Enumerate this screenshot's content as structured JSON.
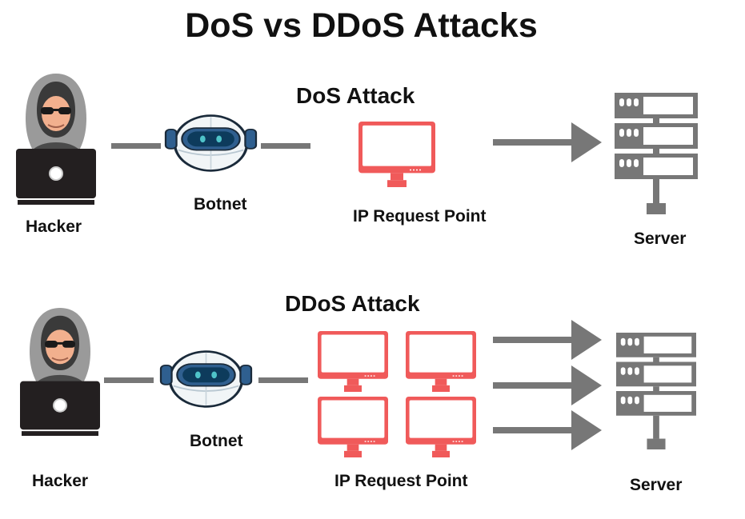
{
  "title": "DoS vs DDoS Attacks",
  "colors": {
    "connector": "#777777",
    "monitor": "#f05a5a",
    "server": "#777777",
    "robot_visor": "#0d3b5c",
    "robot_accent": "#4fc3c9",
    "laptop": "#231f20",
    "hood": "#9a9a9a"
  },
  "dos": {
    "heading": "DoS Attack",
    "hacker_label": "Hacker",
    "botnet_label": "Botnet",
    "ip_label": "IP Request Point",
    "server_label": "Server",
    "monitor_count": 1,
    "arrow_count": 1
  },
  "ddos": {
    "heading": "DDoS Attack",
    "hacker_label": "Hacker",
    "botnet_label": "Botnet",
    "ip_label": "IP Request Point",
    "server_label": "Server",
    "monitor_count": 4,
    "arrow_count": 3
  }
}
